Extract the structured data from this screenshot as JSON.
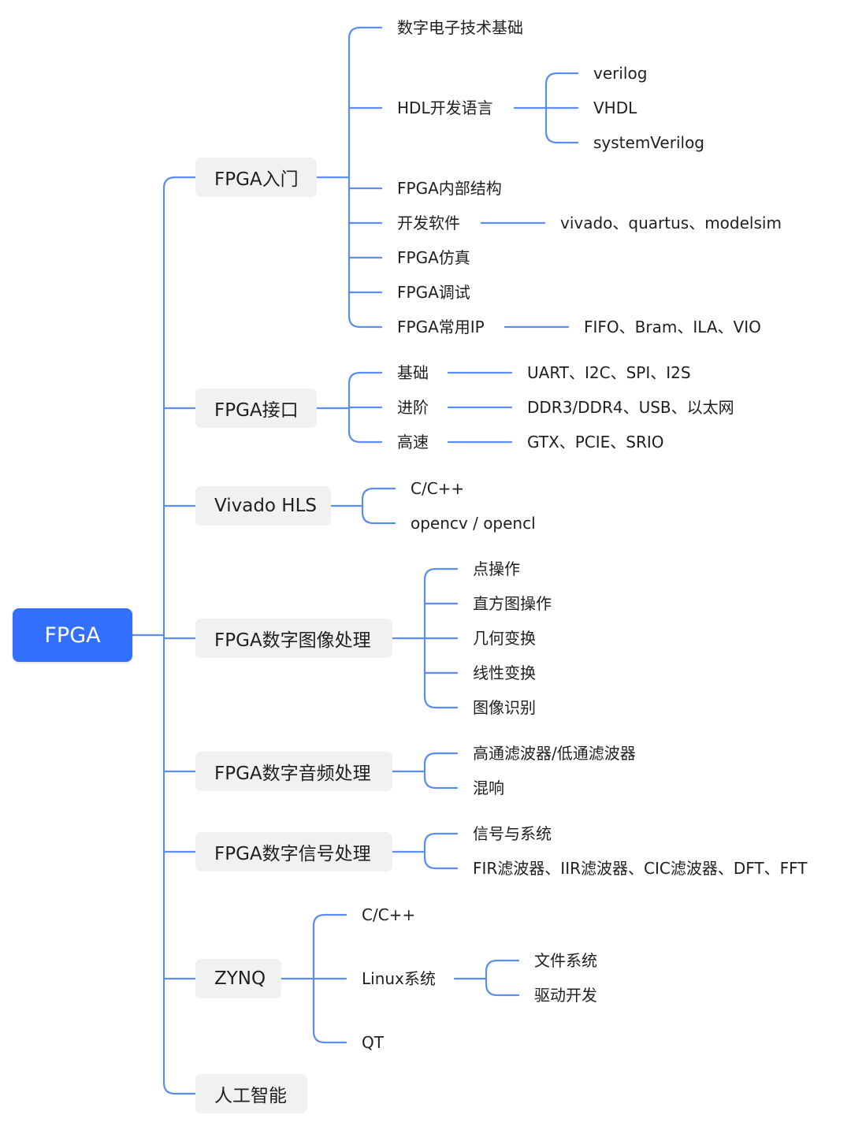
{
  "root": {
    "label": "FPGA"
  },
  "branches": {
    "intro": {
      "label": "FPGA入门",
      "children": {
        "digital_basics": "数字电子技术基础",
        "hdl": "HDL开发语言",
        "hdl_verilog": "verilog",
        "hdl_vhdl": "VHDL",
        "hdl_systemverilog": "systemVerilog",
        "internal_structure": "FPGA内部结构",
        "dev_software": "开发软件",
        "dev_software_tools": "vivado、quartus、modelsim",
        "simulation": "FPGA仿真",
        "debugging": "FPGA调试",
        "common_ip": "FPGA常用IP",
        "common_ip_list": "FIFO、Bram、ILA、VIO"
      }
    },
    "interface": {
      "label": "FPGA接口",
      "children": {
        "basic": "基础",
        "basic_list": "UART、I2C、SPI、I2S",
        "advanced": "进阶",
        "advanced_list": "DDR3/DDR4、USB、以太网",
        "highspeed": "高速",
        "highspeed_list": "GTX、PCIE、SRIO"
      }
    },
    "hls": {
      "label": "Vivado HLS",
      "children": {
        "cpp": "C/C++",
        "opencv": "opencv / opencl"
      }
    },
    "image": {
      "label": "FPGA数字图像处理",
      "children": {
        "point_ops": "点操作",
        "histogram": "直方图操作",
        "geometric": "几何变换",
        "linear": "线性变换",
        "recognition": "图像识别"
      }
    },
    "audio": {
      "label": "FPGA数字音频处理",
      "children": {
        "filters": "高通滤波器/低通滤波器",
        "reverb": "混响"
      }
    },
    "signal": {
      "label": "FPGA数字信号处理",
      "children": {
        "signals_systems": "信号与系统",
        "filters_list": "FIR滤波器、IIR滤波器、CIC滤波器、DFT、FFT"
      }
    },
    "zynq": {
      "label": "ZYNQ",
      "children": {
        "cpp": "C/C++",
        "linux": "Linux系统",
        "linux_fs": "文件系统",
        "linux_driver": "驱动开发",
        "qt": "QT"
      }
    },
    "ai": {
      "label": "人工智能"
    }
  },
  "colors": {
    "line": "#5b8def",
    "root_fill": "#3370ff",
    "branch_fill": "#f0f1f3",
    "text": "#1f1f1f"
  }
}
